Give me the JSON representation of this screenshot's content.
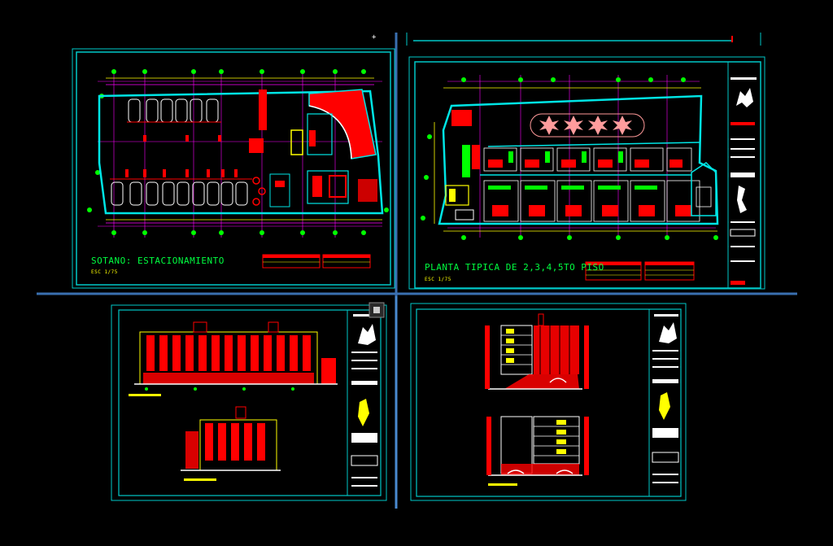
{
  "viewport": {
    "background": "#000000",
    "frame_color": "#00c8c8",
    "wall_color": "#00e5e5",
    "fill_color": "#ff0000",
    "grid_color": "#ff00ff",
    "marker_color": "#00ff00",
    "accent_color": "#ffff00"
  },
  "sheets": {
    "basement": {
      "title": "SOTANO: ESTACIONAMIENTO",
      "scale": "ESC 1/75"
    },
    "typical_floor": {
      "title": "PLANTA TIPICA DE 2,3,4,5TO PISO",
      "scale": "ESC 1/75"
    },
    "elevations": {},
    "sections": {}
  }
}
